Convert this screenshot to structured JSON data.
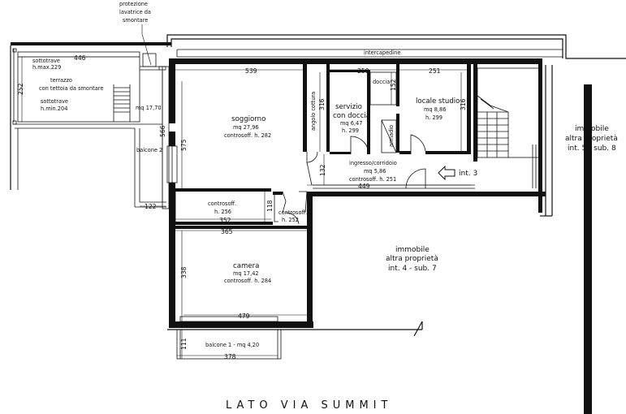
{
  "rooms": {
    "soggiorno": {
      "name": "soggiorno",
      "area": "mq 27,96",
      "ceiling": "controsoff. h. 282"
    },
    "camera": {
      "name": "camera",
      "area": "mq 17,42",
      "ceiling": "controsoff. h. 284"
    },
    "servizio": {
      "name1": "servizio",
      "name2": "con doccia",
      "area": "mq 6,47",
      "ceiling": "h. 299"
    },
    "locale_studio": {
      "name": "locale studio",
      "area": "mq 8,86",
      "ceiling": "h. 299"
    },
    "ingresso": {
      "name": "ingresso/corridoio",
      "area": "mq 5,86",
      "ceiling": "controsoff. h. 251"
    },
    "terrazzo": {
      "sottotrave_max_1": "sottotrave",
      "sottotrave_max_2": "h.max.229",
      "name1": "terrazzo",
      "name2": "con tettoia da smontare",
      "sottotrave_min_1": "sottotrave",
      "sottotrave_min_2": "h.min.204",
      "area": "mq 17,70"
    },
    "balcone1": {
      "label": "balcone 1 - mq 4,20"
    },
    "balcone2": {
      "label": "balcone 2"
    }
  },
  "labels": {
    "protezione_1": "protezione",
    "protezione_2": "lavatrice da",
    "protezione_3": "smontare",
    "intercapedine": "intercapedine",
    "doccia": "doccia",
    "angolo_cottura": "angolo cottura",
    "armadio": "armadio",
    "controsoff_a_1": "controsoff.",
    "controsoff_a_2": "h. 256",
    "controsoff_b_1": "controsoff.",
    "controsoff_b_2": "h. 252",
    "int3": "int. 3",
    "immobile7_1": "immobile",
    "immobile7_2": "altra proprietà",
    "immobile7_3": "int. 4 - sub. 7",
    "immobile8_1": "immobile",
    "immobile8_2": "altra proprietà",
    "immobile8_3": "int. 5 - sub. 8",
    "lato_via": "LATO VIA SUMMIT"
  },
  "dimensions": {
    "d446": "446",
    "d252": "252",
    "d122": "122",
    "d539": "539",
    "d250": "250",
    "d251": "251",
    "d152": "152",
    "d316a": "316",
    "d316b": "316",
    "d566": "566",
    "d575": "575",
    "d132": "132",
    "d449": "449",
    "d118": "118",
    "d352": "352",
    "d365": "365",
    "d338": "338",
    "d479": "479",
    "d111": "111",
    "d378": "378"
  }
}
